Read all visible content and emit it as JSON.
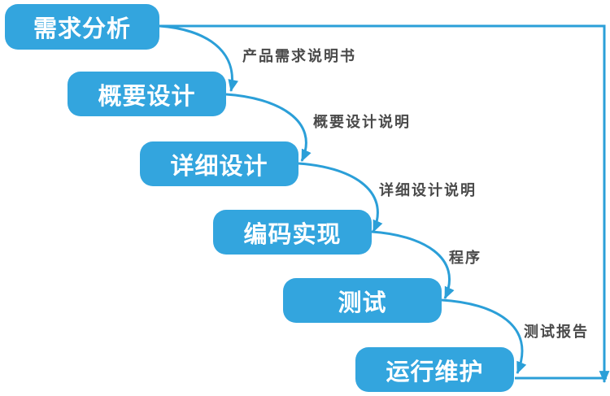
{
  "diagram": {
    "type": "waterfall-model-flowchart",
    "stages": [
      {
        "label": "需求分析"
      },
      {
        "label": "概要设计"
      },
      {
        "label": "详细设计"
      },
      {
        "label": "编码实现"
      },
      {
        "label": "测试"
      },
      {
        "label": "运行维护"
      }
    ],
    "deliverables": [
      {
        "label": "产品需求说明书"
      },
      {
        "label": "概要设计说明"
      },
      {
        "label": "详细设计说明"
      },
      {
        "label": "程序"
      },
      {
        "label": "测试报告"
      }
    ],
    "colors": {
      "box_fill": "#33A5DE",
      "arrow": "#2B9FD8",
      "stage_text": "#FFFFFF",
      "deliverable_text": "#4A4A4A",
      "background": "#FFFFFF"
    }
  }
}
